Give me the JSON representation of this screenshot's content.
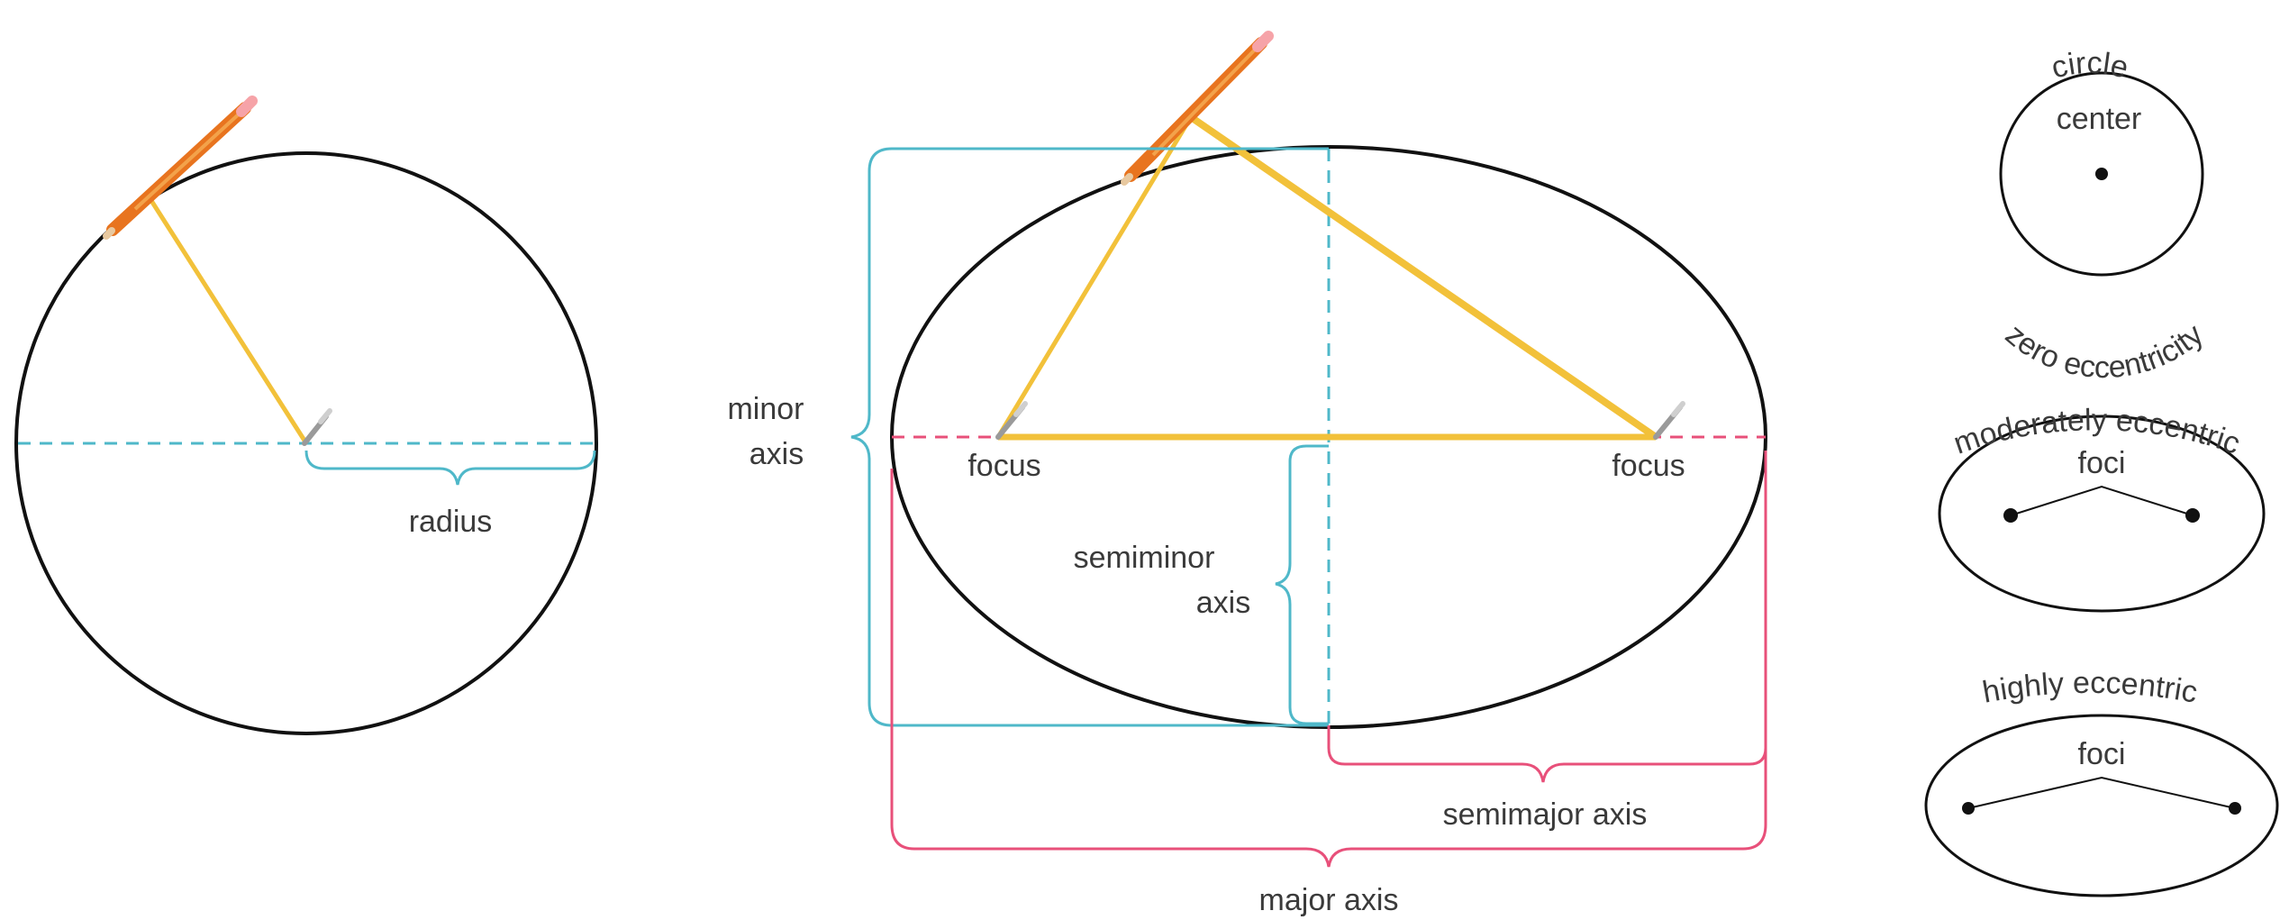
{
  "colors": {
    "outline": "#111111",
    "string": "#f2c13a",
    "pencil": "#e8741f",
    "pencil_tip": "#f6a3a8",
    "minor_guides": "#4fb8c9",
    "major_guides": "#e8507a",
    "pin": "#9a9a9a",
    "label_text": "#3a3a3a"
  },
  "panel_circle": {
    "radius_label": "radius"
  },
  "panel_ellipse": {
    "focus_left_label": "focus",
    "focus_right_label": "focus",
    "minor_axis_label_line1": "minor",
    "minor_axis_label_line2": "axis",
    "semiminor_axis_label_line1": "semiminor",
    "semiminor_axis_label_line2": "axis",
    "semimajor_axis_label": "semimajor axis",
    "major_axis_label": "major axis"
  },
  "panel_eccentricity": {
    "circle_title": "circle",
    "circle_center_label": "center",
    "circle_bottom_label": "zero eccentricity",
    "moderate_title": "moderately eccentric",
    "moderate_foci_label": "foci",
    "high_title": "highly eccentric",
    "high_foci_label": "foci"
  },
  "icons": {
    "pencil": "pencil-icon",
    "pin": "pin-icon"
  }
}
